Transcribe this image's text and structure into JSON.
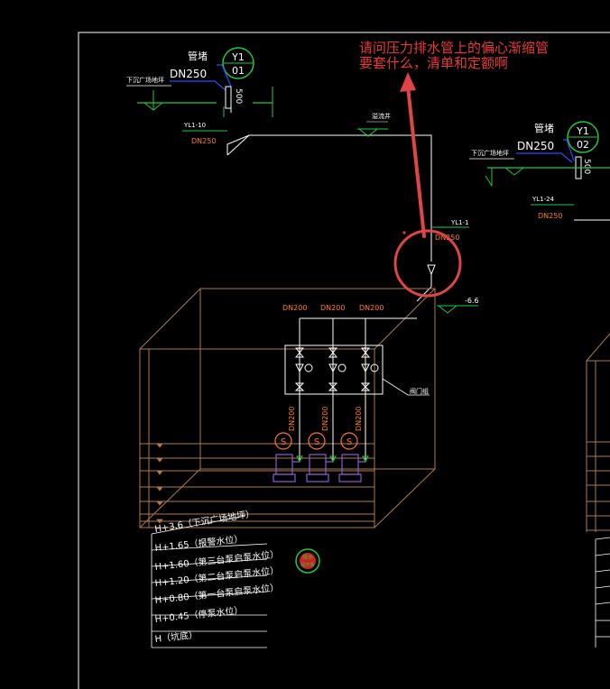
{
  "colors": {
    "background": "#000000",
    "frame": "#ffffff",
    "pipe": "#ffffff",
    "ground": "#22c83c",
    "label_orange": "#ff7a28",
    "tank": "#b07a4a",
    "pump": "#8a5cd6",
    "annotation_red": "#e83a3a",
    "callout_text": "#e83a3a",
    "pump_circle": "#ff7a28",
    "blue_leader": "#2a4bff"
  },
  "annotation": {
    "line1": "请问压力排水管上的偏心渐缩管",
    "line2": "要套什么，清单和定额啊"
  },
  "outlet_left": {
    "title": "管堵",
    "size": "DN250",
    "tag_top": "Y1",
    "tag_bottom": "01",
    "ground_label": "下沉广场地坪",
    "pipe_code": "YL1-10",
    "pipe_size": "DN250",
    "stub_label": "500"
  },
  "outlet_right": {
    "title": "管堵",
    "size": "DN250",
    "tag_top": "Y1",
    "tag_bottom": "02",
    "ground_label": "下沉广场地坪",
    "pipe_code": "YL1-24",
    "pipe_size": "DN250",
    "stub_label": "500"
  },
  "riser": {
    "mark_label": "溢流井",
    "code": "YL1-1",
    "size": "DN250",
    "level": "-6.6"
  },
  "branches": {
    "sizes": [
      "DN200",
      "DN200",
      "DN200"
    ],
    "vertical_sizes": [
      "DN200",
      "DN200",
      "DN200"
    ],
    "valve_group_label": "阀门组"
  },
  "levels": [
    "H+3.6（下沉广场地坪）",
    "H+1.65（报警水位）",
    "H+1.60（第三台泵启泵水位）",
    "H+1.20（第二台泵启泵水位）",
    "H+0.80（第一台泵启泵水位）",
    "H+0.45（停泵水位）",
    "H（坑底）"
  ],
  "stamp": {
    "line1": "排水",
    "line2": "提升泵"
  }
}
